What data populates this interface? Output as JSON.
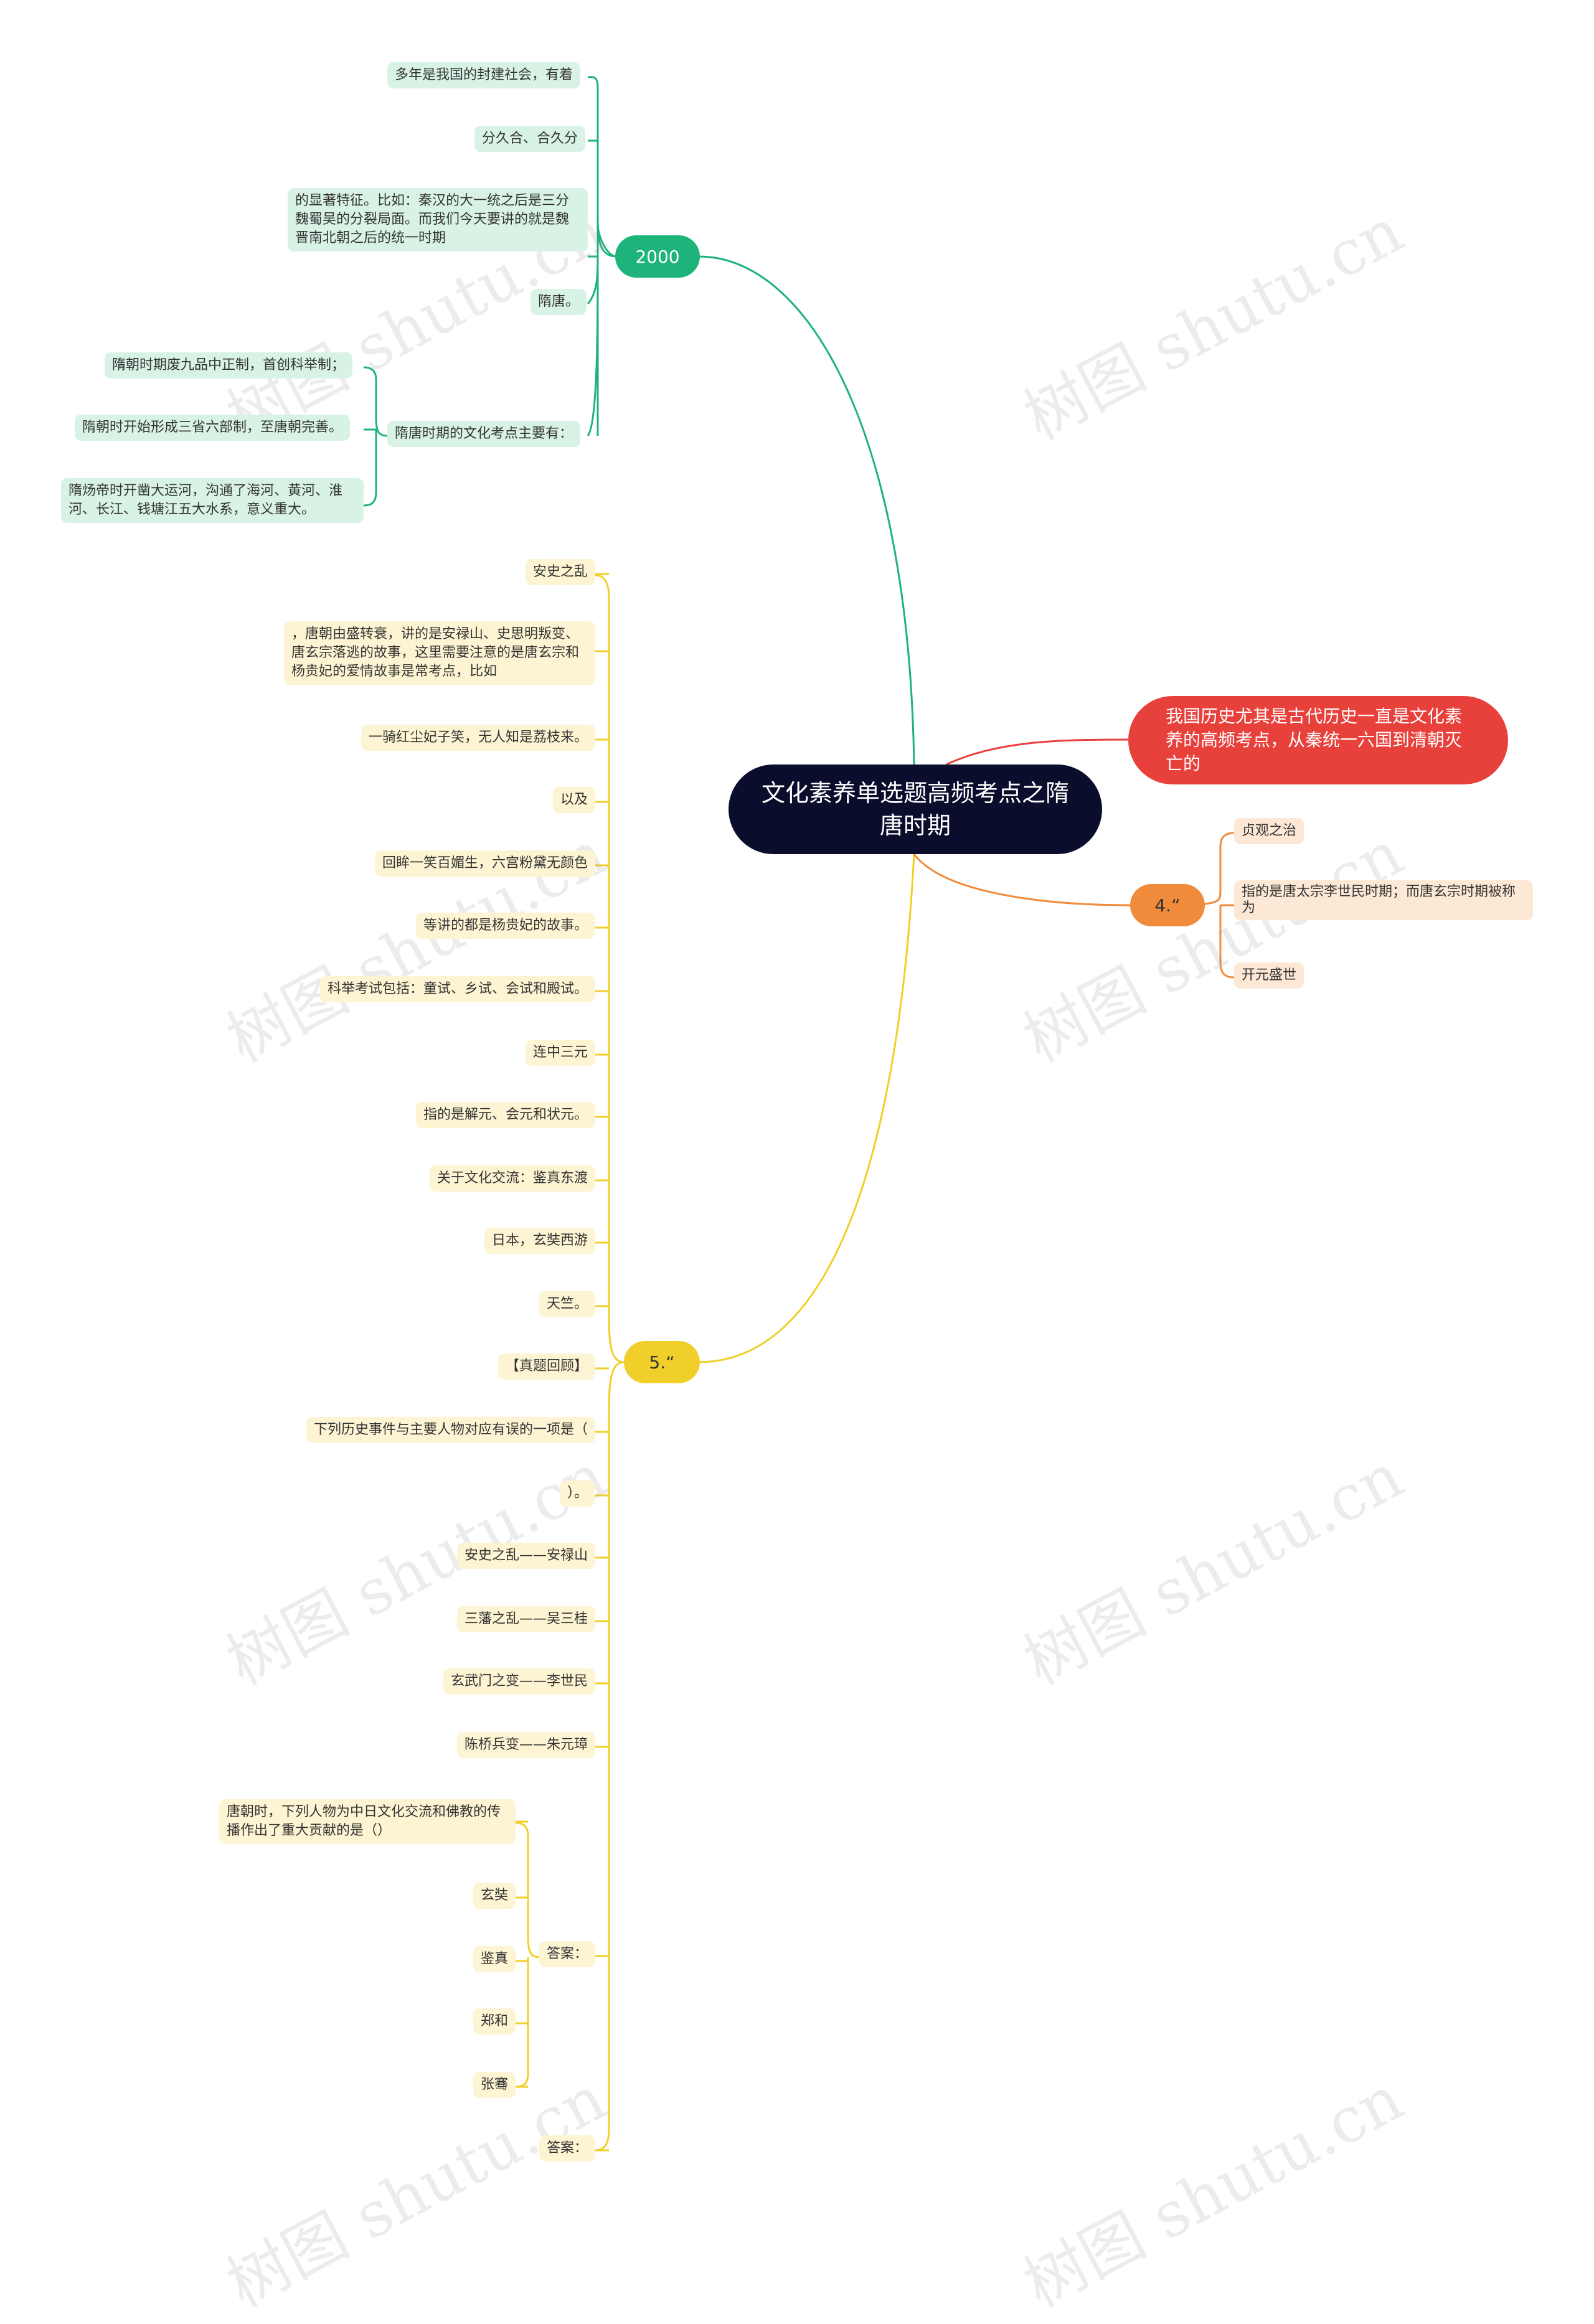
{
  "root": {
    "title": "文化素养单选题高频考点之隋唐时期"
  },
  "colors": {
    "green": "#1db37a",
    "yellow": "#f0cf2a",
    "orange": "#f08b3b",
    "red": "#e8413c",
    "root_bg": "#0b0d2c"
  },
  "branch_2000": {
    "label": "2000",
    "items": [
      "多年是我国的封建社会，有着",
      "分久合、合久分",
      "的显著特征。比如：秦汉的大一统之后是三分魏蜀吴的分裂局面。而我们今天要讲的就是魏晋南北朝之后的统一时期",
      "隋唐。",
      "隋唐时期的文化考点主要有："
    ],
    "sub_items": [
      "隋朝时期废九品中正制，首创科举制；",
      "隋朝时开始形成三省六部制，至唐朝完善。",
      "隋炀帝时开凿大运河，沟通了海河、黄河、淮河、长江、钱塘江五大水系，意义重大。"
    ]
  },
  "branch_red": {
    "label": "我国历史尤其是古代历史一直是文化素养的高频考点，从秦统一六国到清朝灭亡的"
  },
  "branch_4": {
    "label": "4.“",
    "items": [
      "贞观之治",
      "指的是唐太宗李世民时期；而唐玄宗时期被称为",
      "开元盛世"
    ]
  },
  "branch_5": {
    "label": "5.“",
    "items": [
      "安史之乱",
      "，唐朝由盛转衰，讲的是安禄山、史思明叛变、唐玄宗落逃的故事，这里需要注意的是唐玄宗和杨贵妃的爱情故事是常考点，比如",
      "一骑红尘妃子笑，无人知是荔枝来。",
      "以及",
      "回眸一笑百媚生，六宫粉黛无颜色",
      "等讲的都是杨贵妃的故事。",
      "科举考试包括：童试、乡试、会试和殿试。",
      "连中三元",
      "指的是解元、会元和状元。",
      "关于文化交流：鉴真东渡",
      "日本，玄奘西游",
      "天竺。",
      "【真题回顾】",
      "下列历史事件与主要人物对应有误的一项是（",
      "）。",
      "安史之乱——安禄山",
      "三藩之乱——吴三桂",
      "玄武门之变——李世民",
      "陈桥兵变——朱元璋",
      "答案：",
      "答案："
    ],
    "answer_items": [
      "唐朝时，下列人物为中日文化交流和佛教的传播作出了重大贡献的是（）",
      "玄奘",
      "鉴真",
      "郑和",
      "张骞"
    ]
  },
  "watermark": "树图 shutu.cn"
}
